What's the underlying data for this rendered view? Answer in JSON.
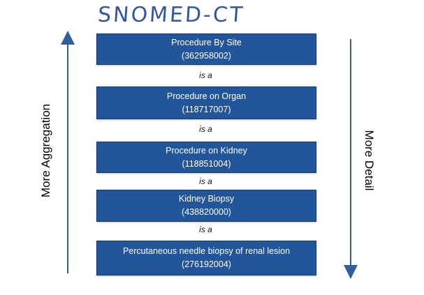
{
  "title": "SNOMED-CT",
  "left_axis_label": "More Aggregation",
  "right_axis_label": "More Detail",
  "relationship_label": "is a",
  "concepts": [
    {
      "name": "Procedure By Site",
      "code": "(362958002)"
    },
    {
      "name": "Procedure on Organ",
      "code": "(118717007)"
    },
    {
      "name": "Procedure on Kidney",
      "code": "(118851004)"
    },
    {
      "name": "Kidney Biopsy",
      "code": "(438820000)"
    },
    {
      "name": "Percutaneous needle biopsy of renal lesion",
      "code": "(276192004)"
    }
  ],
  "colors": {
    "box_fill": "#23559a",
    "box_border": "#15386b",
    "arrow": "#2e5f9e",
    "title": "#3355a8"
  }
}
